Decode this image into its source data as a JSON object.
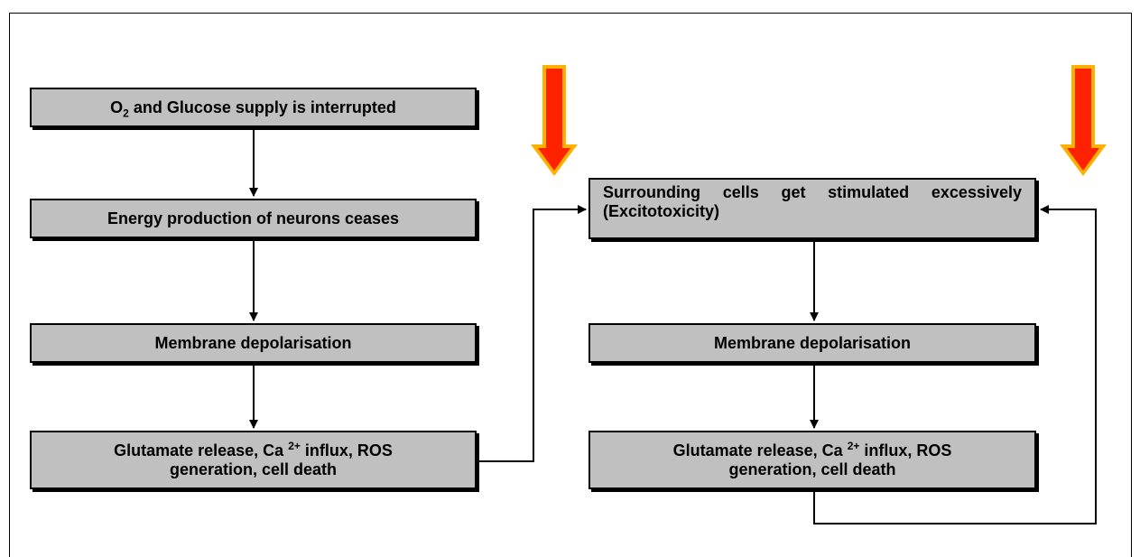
{
  "left_column": {
    "box1": {
      "prefix": "O",
      "sub": "2",
      "rest": " and Glucose supply is interrupted"
    },
    "box2": {
      "text": "Energy production of neurons ceases"
    },
    "box3": {
      "text": "Membrane depolarisation"
    },
    "box4": {
      "line1_prefix": "Glutamate release, Ca ",
      "line1_sup": "2+",
      "line1_suffix": " influx, ROS",
      "line2": "generation, cell death"
    }
  },
  "right_column": {
    "box1": {
      "text": "Surrounding cells get stimulated excessively (Excitotoxicity)"
    },
    "box2": {
      "text": "Membrane depolarisation"
    },
    "box3": {
      "line1_prefix": "Glutamate release, Ca ",
      "line1_sup": "2+",
      "line1_suffix": " influx, ROS",
      "line2": "generation, cell death"
    }
  },
  "colors": {
    "box_fill": "#c0c0c0",
    "arrow_red": "#ff2200",
    "arrow_orange": "#ffb000",
    "line": "#000000"
  }
}
